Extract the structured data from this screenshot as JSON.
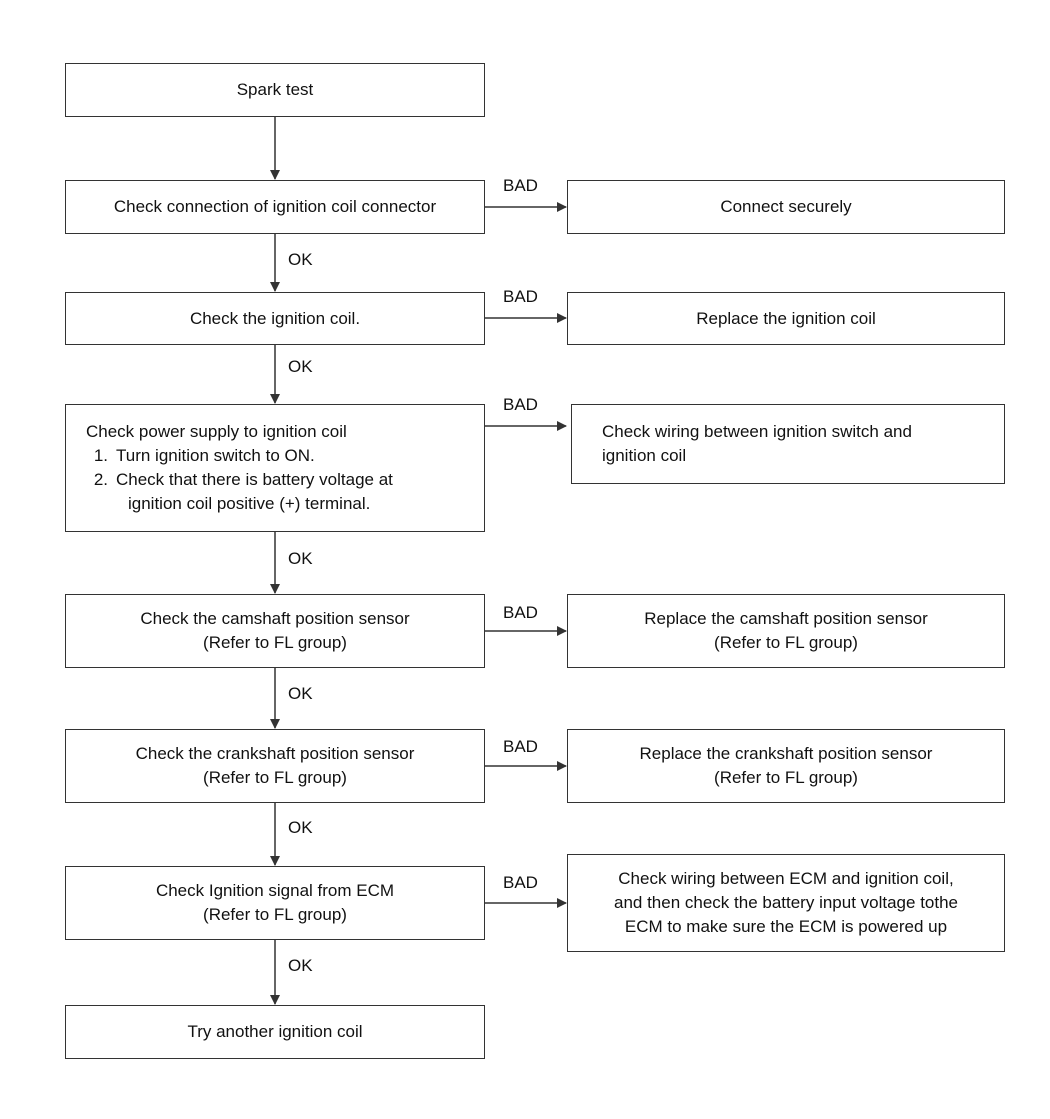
{
  "nodes": {
    "start": {
      "lines": [
        "Spark test"
      ]
    },
    "connector": {
      "lines": [
        "Check connection of ignition coil connector"
      ]
    },
    "connect_fix": {
      "lines": [
        "Connect securely"
      ]
    },
    "coil": {
      "lines": [
        "Check the ignition coil."
      ]
    },
    "coil_fix": {
      "lines": [
        "Replace the ignition coil"
      ]
    },
    "power": {
      "title": "Check power supply to ignition coil",
      "steps": [
        {
          "num": "1.",
          "text": "Turn ignition switch to ON."
        },
        {
          "num": "2.",
          "text": "Check that there is battery voltage at"
        }
      ],
      "continuation": "ignition coil positive (+) terminal."
    },
    "power_fix": {
      "lines": [
        "Check wiring between ignition switch and",
        "ignition coil"
      ]
    },
    "cam": {
      "lines": [
        "Check the camshaft position sensor",
        "(Refer to FL group)"
      ]
    },
    "cam_fix": {
      "lines": [
        "Replace the camshaft position sensor",
        "(Refer to FL group)"
      ]
    },
    "crank": {
      "lines": [
        "Check the crankshaft position sensor",
        "(Refer to FL group)"
      ]
    },
    "crank_fix": {
      "lines": [
        "Replace the crankshaft position sensor",
        "(Refer to FL group)"
      ]
    },
    "ecm": {
      "lines": [
        "Check Ignition signal from ECM",
        "(Refer to FL group)"
      ]
    },
    "ecm_fix": {
      "lines": [
        "Check wiring between ECM and ignition coil,",
        "and then check the battery input voltage tothe",
        "ECM to make sure the ECM is powered up"
      ]
    },
    "end": {
      "lines": [
        "Try another ignition coil"
      ]
    }
  },
  "edge_labels": {
    "ok": "OK",
    "bad": "BAD"
  }
}
